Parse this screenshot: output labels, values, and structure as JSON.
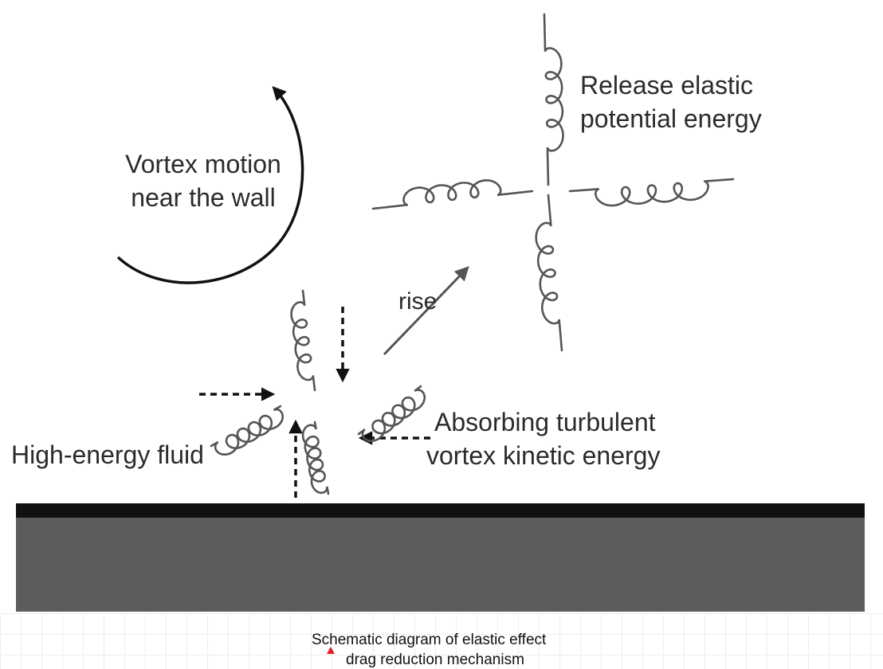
{
  "labels": {
    "release_line1": "Release elastic",
    "release_line2": "potential energy",
    "vortex_line1": "Vortex motion",
    "vortex_line2": "near the wall",
    "rise": "rise",
    "absorbing_line1": "Absorbing turbulent",
    "absorbing_line2": "vortex kinetic energy",
    "high_energy": "High-energy fluid"
  },
  "caption": {
    "line1": "Schematic diagram of elastic effect",
    "line2": "drag reduction mechanism"
  },
  "colors": {
    "coil": "#555555",
    "arrow": "#111111",
    "wall_top": "#111111",
    "wall_body": "#5c5c5c",
    "marker": "#e02020"
  }
}
